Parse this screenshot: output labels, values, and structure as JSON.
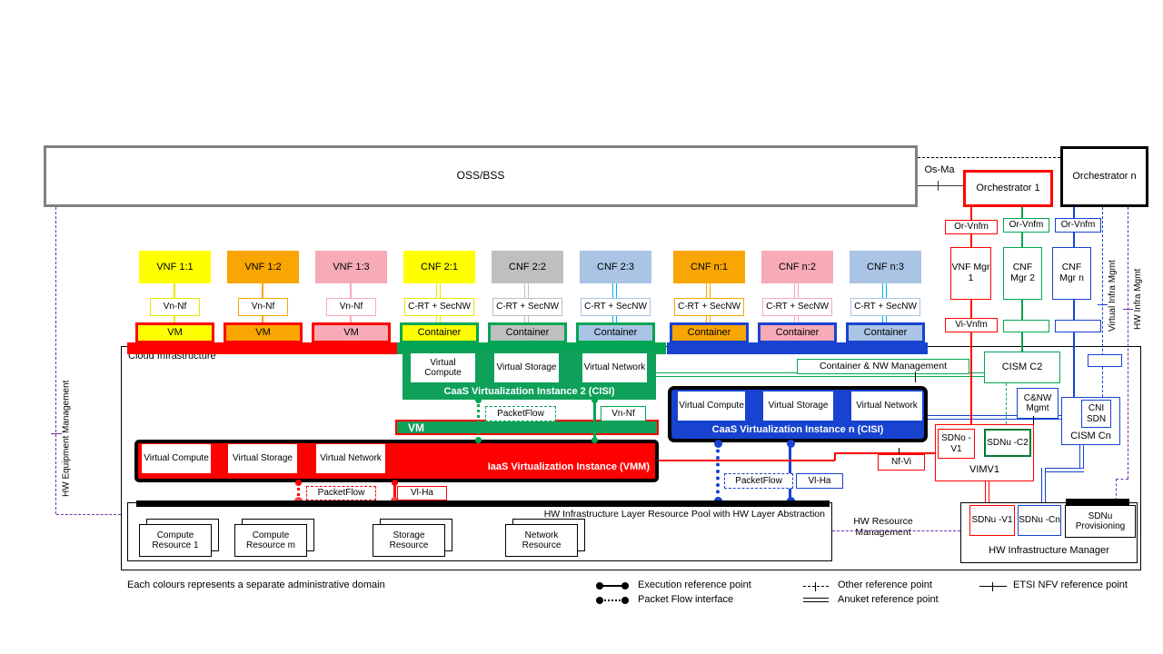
{
  "colors": {
    "red": "#FF0000",
    "green": "#00A651",
    "caas_green": "#0FA05A",
    "blue": "#1743D0",
    "yellow": "#FFFF00",
    "orange": "#F9A602",
    "pink": "#F6ABB6",
    "gray": "#BFBFBF",
    "lightblue": "#A9C4E4",
    "cyan": "#00B0F0",
    "purple": "#7030A0",
    "oss_border": "#808080"
  },
  "top": {
    "oss_bss": "OSS/BSS",
    "os_ma": "Os-Ma",
    "orchestrator_1": "Orchestrator 1",
    "orchestrator_n": "Orchestrator n"
  },
  "nf_columns": [
    {
      "name": "VNF 1:1",
      "connector": "Vn-Nf",
      "runtime": "VM",
      "fill": "#FFFF00",
      "line": "#E8E800",
      "runtime_border": "#FF0000"
    },
    {
      "name": "VNF 1:2",
      "connector": "Vn-Nf",
      "runtime": "VM",
      "fill": "#F9A602",
      "line": "#F9A602",
      "runtime_border": "#FF0000"
    },
    {
      "name": "VNF 1:3",
      "connector": "Vn-Nf",
      "runtime": "VM",
      "fill": "#F6ABB6",
      "line": "#F6ABB6",
      "runtime_border": "#FF0000"
    },
    {
      "name": "CNF 2:1",
      "connector": "C-RT + SecNW",
      "runtime": "Container",
      "fill": "#FFFF00",
      "line": "#E8E800",
      "runtime_border": "#00A651"
    },
    {
      "name": "CNF 2:2",
      "connector": "C-RT + SecNW",
      "runtime": "Container",
      "fill": "#BFBFBF",
      "line": "#BFBFBF",
      "runtime_border": "#00A651"
    },
    {
      "name": "CNF 2:3",
      "connector": "C-RT + SecNW",
      "runtime": "Container",
      "fill": "#A9C4E4",
      "line": "#00B0F0",
      "runtime_border": "#00A651"
    },
    {
      "name": "CNF n:1",
      "connector": "C-RT + SecNW",
      "runtime": "Container",
      "fill": "#F9A602",
      "line": "#F9A602",
      "runtime_border": "#1743D0"
    },
    {
      "name": "CNF n:2",
      "connector": "C-RT + SecNW",
      "runtime": "Container",
      "fill": "#F6ABB6",
      "line": "#F6ABB6",
      "runtime_border": "#1743D0"
    },
    {
      "name": "CNF n:3",
      "connector": "C-RT + SecNW",
      "runtime": "Container",
      "fill": "#A9C4E4",
      "line": "#00B0F0",
      "runtime_border": "#1743D0"
    }
  ],
  "right_rail": {
    "or_vnfm": "Or-Vnfm",
    "vnf_mgr_1": "VNF Mgr 1",
    "cnf_mgr_2": "CNF Mgr 2",
    "cnf_mgr_n": "CNF Mgr n",
    "vi_vnfm": "Vi-Vnfm",
    "virtual_infra_mgmt": "Virtual Infra Mgmt",
    "hw_infra_mgmt": "HW Infra Mgmt"
  },
  "left_rail": {
    "hw_equipment_mgmt": "HW Equipment Management"
  },
  "cloud": {
    "label": "Cloud Infrastructure",
    "caas2": {
      "title": "CaaS Virtualization Instance 2 (CISI)",
      "compute": "Virtual Compute",
      "storage": "Virtual Storage",
      "network": "Virtual Network",
      "packetflow": "PacketFlow",
      "vn_nf": "Vn-Nf"
    },
    "vm_bar": "VM",
    "iaas": {
      "title": "IaaS Virtualization Instance (VMM)",
      "compute": "Virtual Compute",
      "storage": "Virtual Storage",
      "network": "Virtual Network",
      "packetflow": "PacketFlow",
      "vl_ha": "Vl-Ha"
    },
    "caasn": {
      "title": "CaaS Virtualization Instance n (CISI)",
      "compute": "Virtual Compute",
      "storage": "Virtual Storage",
      "network": "Virtual Network",
      "packetflow": "PacketFlow",
      "vl_ha": "Vl-Ha"
    },
    "container_nw_mgmt": "Container & NW Management",
    "cism_c2": "CISM C2",
    "cnw_mgmt": "C&NW Mgmt",
    "cni_sdn": "CNI SDN",
    "cism_cn": "CISM Cn",
    "nf_vi": "Nf-Vi",
    "sdno_v1": "SDNo -V1",
    "sdnu_c2": "SDNu -C2",
    "vimv1": "VIMV1"
  },
  "hw": {
    "pool_title": "HW Infrastructure Layer Resource Pool with HW Layer Abstraction",
    "compute_1": "Compute Resource 1",
    "compute_m": "Compute Resource m",
    "storage": "Storage Resource",
    "network": "Network Resource",
    "resource_mgmt": "HW Resource Management",
    "manager": "HW Infrastructure Manager",
    "sdnu_v1": "SDNu -V1",
    "sdnu_cn": "SDNu -Cn",
    "sdnu_prov": "SDNu Provisioning"
  },
  "footer": {
    "note": "Each colours represents a separate administrative domain",
    "legend_exec": "Execution reference point",
    "legend_packet": "Packet Flow interface",
    "legend_other": "Other reference point",
    "legend_anuket": "Anuket reference point",
    "legend_etsi": "ETSI NFV reference point"
  }
}
